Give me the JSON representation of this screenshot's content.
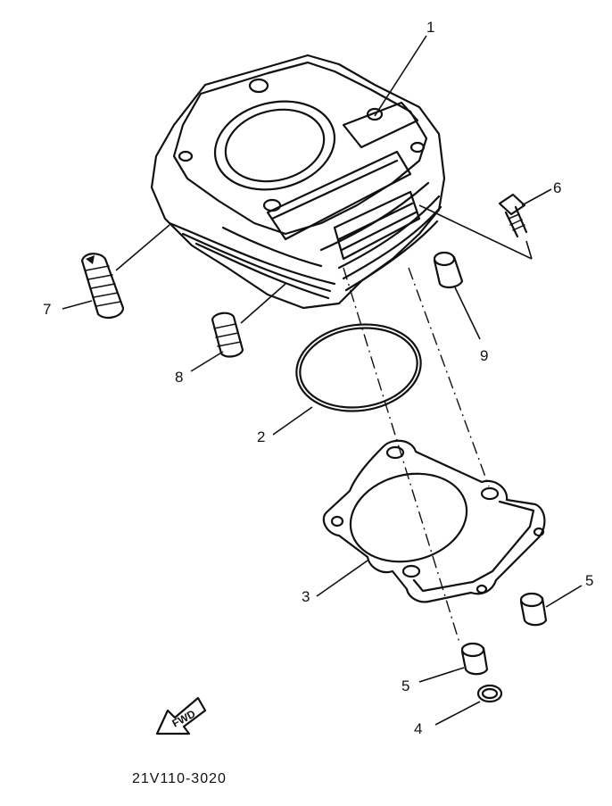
{
  "figure": {
    "callouts": [
      {
        "id": "cylinder",
        "label": "1"
      },
      {
        "id": "o-ring",
        "label": "2"
      },
      {
        "id": "gasket",
        "label": "3"
      },
      {
        "id": "clip",
        "label": "4"
      },
      {
        "id": "dowel-right",
        "label": "5"
      },
      {
        "id": "dowel-lower",
        "label": "5"
      },
      {
        "id": "bolt",
        "label": "6"
      },
      {
        "id": "stud-left",
        "label": "7"
      },
      {
        "id": "stud-mid",
        "label": "8"
      },
      {
        "id": "dowel-upper",
        "label": "9"
      }
    ],
    "fwd_label": "FWD",
    "drawing_code": "21V110-3020"
  }
}
